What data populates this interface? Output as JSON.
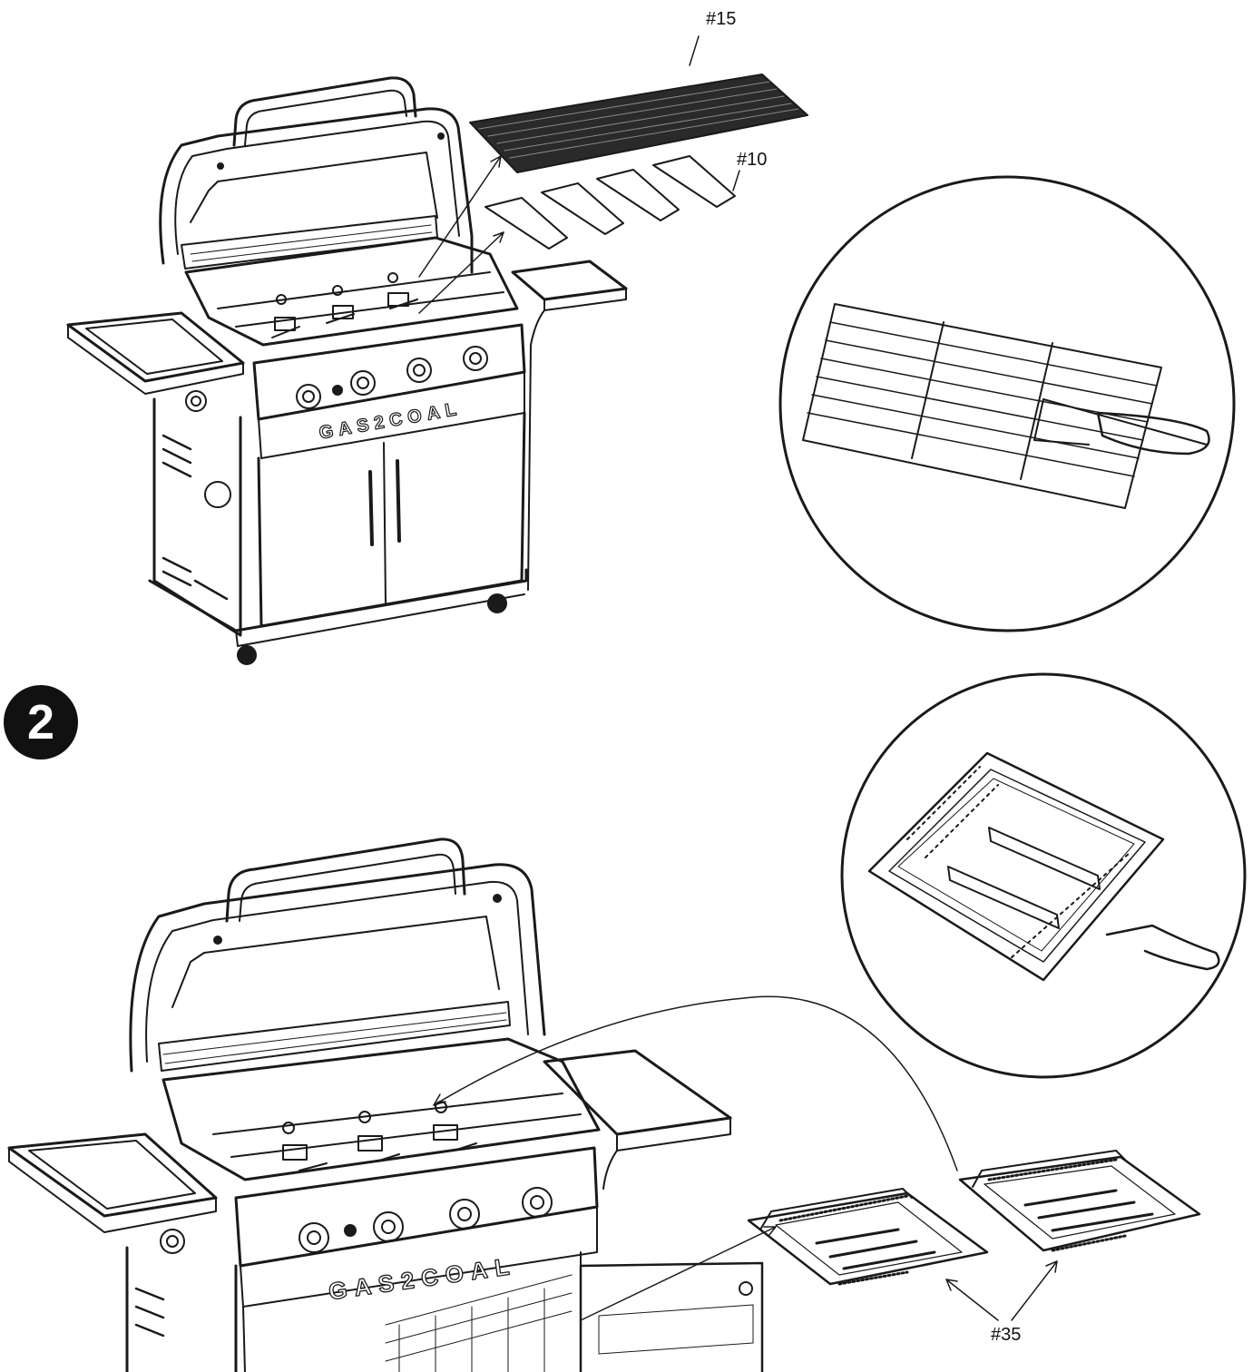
{
  "step1": {
    "labels": {
      "grate": "#15",
      "flavorizer": "#10"
    },
    "brand_text": "GAS2COAL"
  },
  "step2": {
    "step_number": "2",
    "labels": {
      "charcoal_tray": "#35"
    },
    "brand_text": "GAS2COAL"
  },
  "colors": {
    "line": "#1a1a1a",
    "badge": "#111111"
  }
}
